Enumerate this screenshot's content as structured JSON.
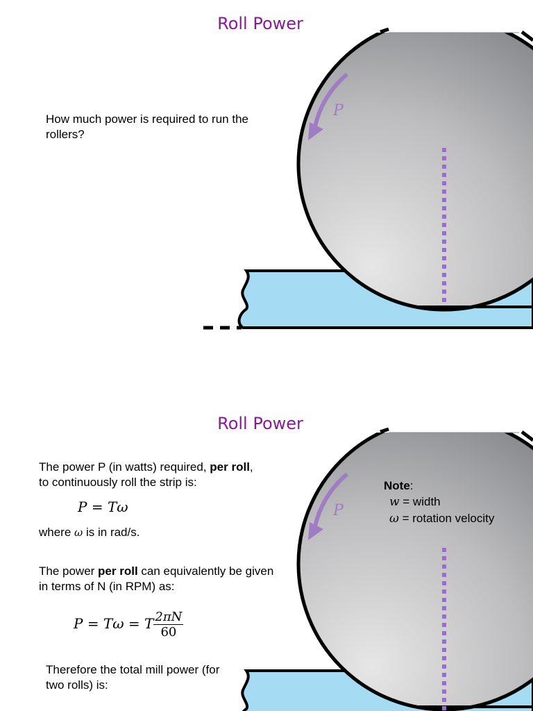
{
  "slide1": {
    "title": "Roll Power",
    "question": "How much power is required to run the rollers?",
    "arrow_label": "P"
  },
  "slide2": {
    "title": "Roll Power",
    "para1_pre": "The power P (in watts) required, ",
    "para1_bold": "per roll",
    "para1_post": ", to continuously roll the strip is:",
    "eq1_lhs": "P",
    "eq1_rhs": "Tω",
    "where_pre": "where ",
    "where_var": "ω",
    "where_post": " is in rad/s.",
    "para2_pre": "The power ",
    "para2_bold": "per roll",
    "para2_post": " can equivalently be given in terms of N (in RPM) as:",
    "eq2_a": "P = Tω = T",
    "eq2_num": "2πN",
    "eq2_den": "60",
    "para3": "Therefore the total mill power (for two rolls) is:",
    "arrow_label": "P",
    "note": {
      "heading": "Note",
      "w_sym": "w",
      "w_def": " = width",
      "omega_sym": "ω",
      "omega_def": " = rotation velocity"
    }
  },
  "colors": {
    "title": "#8b1a9a",
    "strip": "#a6dcf3",
    "arrow": "#a07cc4",
    "centerline": "#9b6ccf"
  }
}
